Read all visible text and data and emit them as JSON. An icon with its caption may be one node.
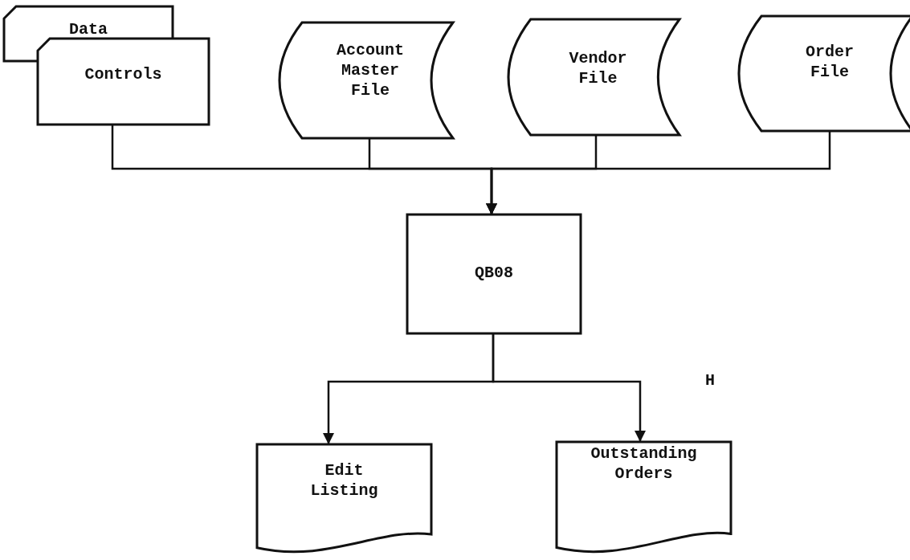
{
  "diagram": {
    "nodes": [
      {
        "text": [
          "Data"
        ]
      },
      {
        "text": [
          "Controls"
        ]
      },
      {
        "text": [
          "Account Master File"
        ]
      },
      {
        "text": [
          "Vendor File"
        ]
      },
      {
        "text": [
          "Order File"
        ]
      },
      {
        "text": [
          "QB08"
        ]
      },
      {
        "text": [
          "Edit Listing"
        ]
      },
      {
        "text": [
          "Outstanding Orders"
        ]
      }
    ],
    "edges": [
      {
        "from": 1,
        "to": 5,
        "arrow": "to"
      },
      {
        "from": 2,
        "to": 5,
        "arrow": "to"
      },
      {
        "from": 3,
        "to": 5,
        "arrow": "to"
      },
      {
        "from": 4,
        "to": 5,
        "arrow": "to"
      },
      {
        "from": 5,
        "to": 6,
        "arrow": "to"
      },
      {
        "from": 5,
        "to": 7,
        "arrow": "to"
      }
    ],
    "labels": [
      "H"
    ]
  }
}
